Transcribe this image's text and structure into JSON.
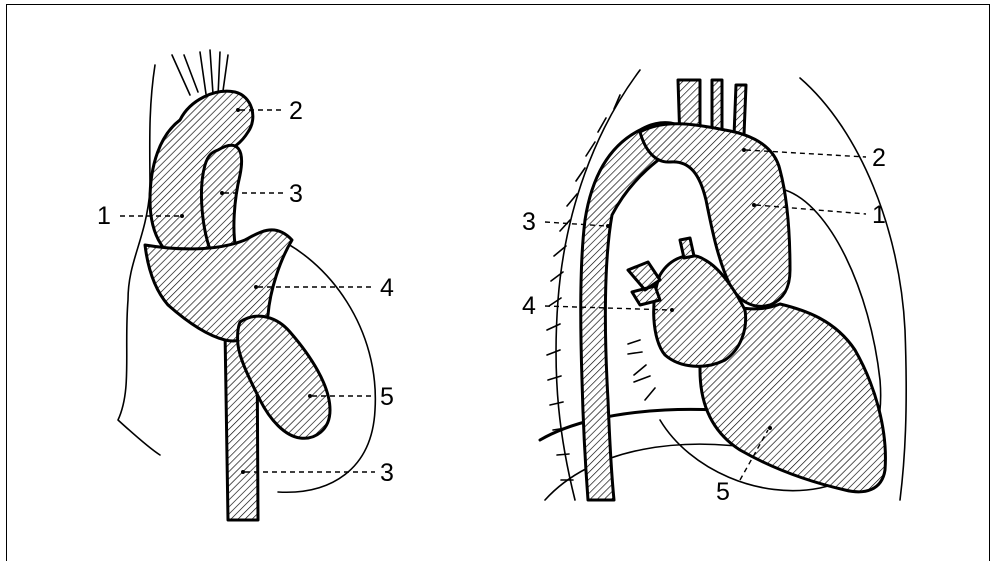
{
  "figure": {
    "left_view": {
      "labels": [
        {
          "id": "l1",
          "text": "1"
        },
        {
          "id": "l2",
          "text": "2"
        },
        {
          "id": "l3a",
          "text": "3"
        },
        {
          "id": "l4",
          "text": "4"
        },
        {
          "id": "l5",
          "text": "5"
        },
        {
          "id": "l3b",
          "text": "3"
        }
      ]
    },
    "right_view": {
      "labels": [
        {
          "id": "r2",
          "text": "2"
        },
        {
          "id": "r1",
          "text": "1"
        },
        {
          "id": "r3",
          "text": "3"
        },
        {
          "id": "r4",
          "text": "4"
        },
        {
          "id": "r5",
          "text": "5"
        }
      ]
    },
    "colors": {
      "ink": "#000000",
      "paper": "#ffffff"
    }
  }
}
